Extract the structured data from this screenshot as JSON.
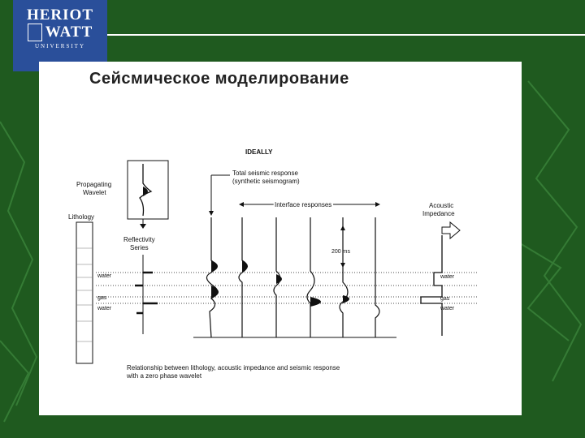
{
  "logo": {
    "line1": "HERIOT",
    "line2": "WATT",
    "line3": "UNIVERSITY"
  },
  "slide": {
    "title": "Сейсмическое моделирование"
  },
  "diagram": {
    "heading": "IDEALLY",
    "propagating_wavelet": [
      "Propagating",
      "Wavelet"
    ],
    "lithology": "Lithology",
    "reflectivity": [
      "Reflectivity",
      "Series"
    ],
    "total_response": [
      "Total seismic response",
      "(synthetic seismogram)"
    ],
    "interface_responses": "Interface responses",
    "acoustic_impedance": [
      "Acoustic",
      "Impedance"
    ],
    "time_scale": "200 ms",
    "layer_left": [
      "water",
      "gas",
      "water"
    ],
    "layer_right": [
      "water",
      "gas",
      "water"
    ],
    "caption": [
      "Relationship between lithology, acoustic impedance and seismic response",
      "with a zero phase wavelet"
    ]
  },
  "colors": {
    "background": "#1f5a1f",
    "logo": "#2a4f9a",
    "ink": "#111111"
  }
}
